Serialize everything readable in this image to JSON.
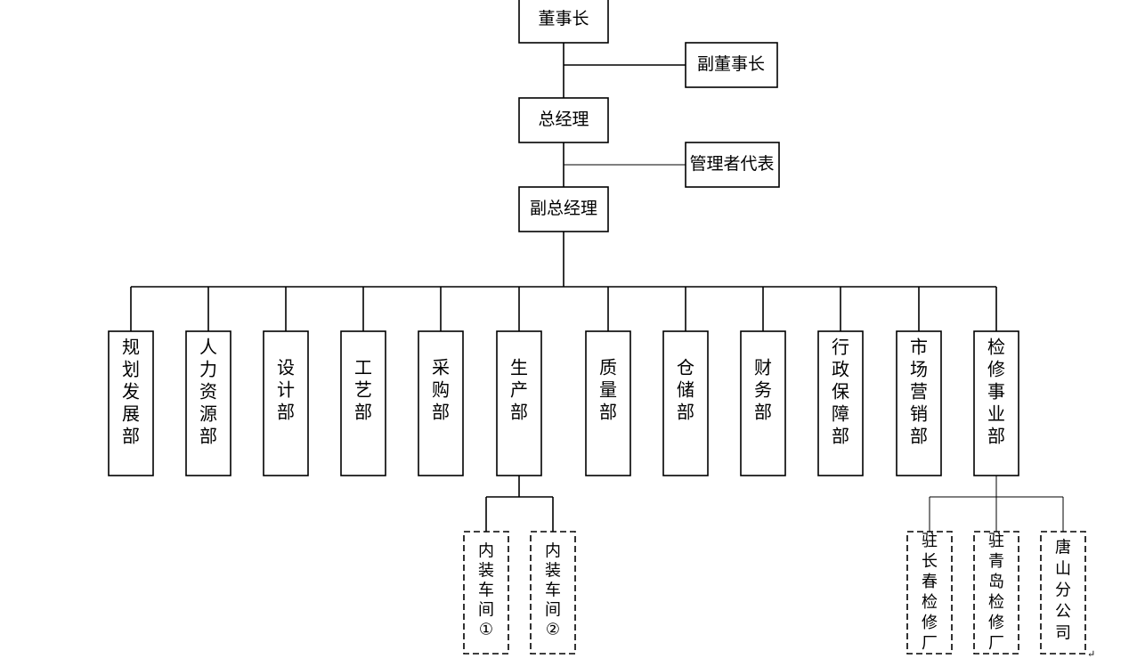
{
  "top_nodes": {
    "chairman": "董事长",
    "vice_chairman": "副董事长",
    "general_manager": "总经理",
    "management_rep": "管理者代表",
    "deputy_gm": "副总经理"
  },
  "departments": [
    {
      "id": "planning",
      "label": "规划发展部"
    },
    {
      "id": "hr",
      "label": "人力资源部"
    },
    {
      "id": "design",
      "label": "设计部"
    },
    {
      "id": "process",
      "label": "工艺部"
    },
    {
      "id": "purchasing",
      "label": "采购部"
    },
    {
      "id": "production",
      "label": "生产部"
    },
    {
      "id": "quality",
      "label": "质量部"
    },
    {
      "id": "warehouse",
      "label": "仓储部"
    },
    {
      "id": "finance",
      "label": "财务部"
    },
    {
      "id": "admin",
      "label": "行政保障部"
    },
    {
      "id": "marketing",
      "label": "市场营销部"
    },
    {
      "id": "maintenance",
      "label": "检修事业部"
    }
  ],
  "production_units": [
    {
      "id": "workshop-1",
      "label": "内装车间①"
    },
    {
      "id": "workshop-2",
      "label": "内装车间②"
    }
  ],
  "maintenance_units": [
    {
      "id": "changchun",
      "label": "驻长春检修厂"
    },
    {
      "id": "qingdao",
      "label": "驻青岛检修厂"
    },
    {
      "id": "tangshan",
      "label": "唐山分公司"
    }
  ],
  "paragraph_mark": "↵"
}
